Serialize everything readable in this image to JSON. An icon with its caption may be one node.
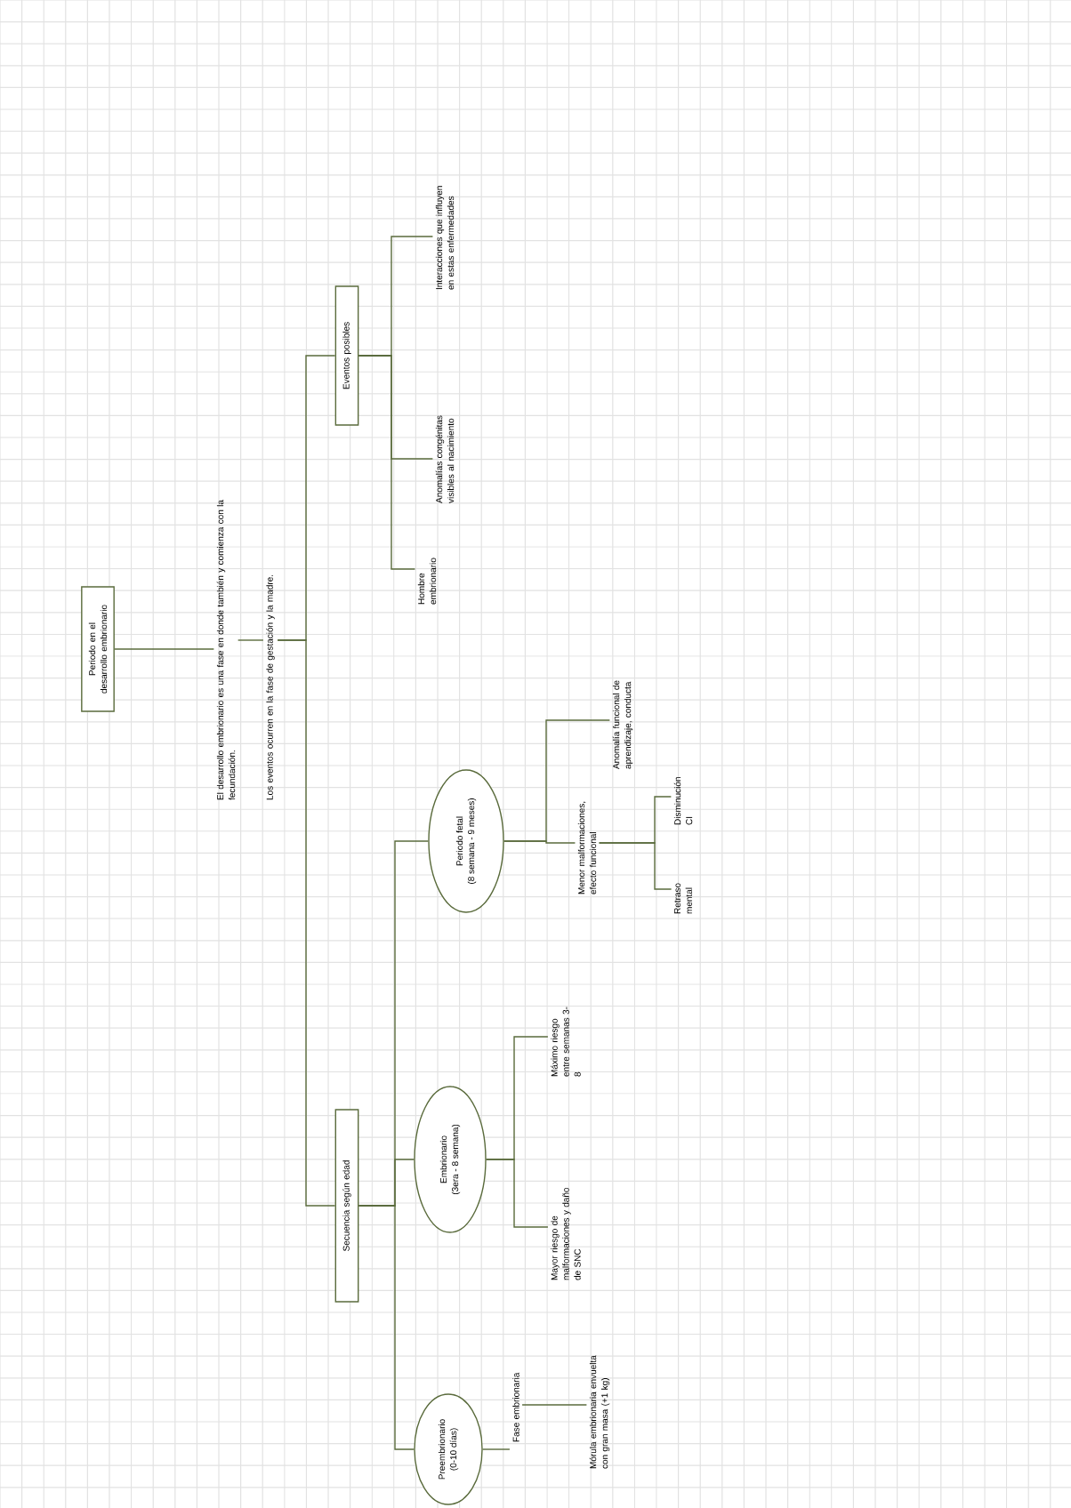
{
  "diagram": {
    "nodes": [
      {
        "text": [
          "Periodo en el desarrollo embrionario"
        ]
      },
      {
        "text": [
          "El desarrollo embrionario es una fase en donde también y comienza con la fecundación."
        ]
      },
      {
        "text": [
          "Los eventos ocurren en la fase de gestación y la madre."
        ]
      },
      {
        "text": [
          "Eventos posibles"
        ]
      },
      {
        "text": [
          "Hombre embrionario"
        ]
      },
      {
        "text": [
          "Anomalías congénitas visibles al nacimiento"
        ]
      },
      {
        "text": [
          "Interacciones que influyen en estas enfermedades"
        ]
      },
      {
        "text": [
          "Secuencia según edad"
        ]
      },
      {
        "text": [
          "Preembrionario",
          "(0-10 días)"
        ]
      },
      {
        "text": [
          "Embrionario",
          "(3era - 8 semana)"
        ]
      },
      {
        "text": [
          "Periodo fetal",
          "(8 semana - 9 meses)"
        ]
      },
      {
        "text": [
          "Fase embrionaria"
        ]
      },
      {
        "text": [
          "Mórula embrionaria envuelta con gran masa (+1 kg)"
        ]
      },
      {
        "text": [
          "Mayor riesgo de malformaciones y daño de SNC"
        ]
      },
      {
        "text": [
          "Máximo riesgo entre semanas 3-8"
        ]
      },
      {
        "text": [
          "Menor malformaciones, efecto funcional"
        ]
      },
      {
        "text": [
          "Anomalía funcional de aprendizaje, conducta"
        ]
      },
      {
        "text": [
          "Retraso mental"
        ]
      },
      {
        "text": [
          "Disminución CI"
        ]
      }
    ],
    "edges": [
      {
        "from": 0,
        "to": 1,
        "arrow": "none"
      },
      {
        "from": 1,
        "to": 2,
        "arrow": "none"
      },
      {
        "from": 2,
        "to": 3,
        "arrow": "none"
      },
      {
        "from": 2,
        "to": 7,
        "arrow": "none"
      },
      {
        "from": 3,
        "to": 4,
        "arrow": "none"
      },
      {
        "from": 3,
        "to": 5,
        "arrow": "none"
      },
      {
        "from": 3,
        "to": 6,
        "arrow": "none"
      },
      {
        "from": 7,
        "to": 8,
        "arrow": "none"
      },
      {
        "from": 7,
        "to": 9,
        "arrow": "none"
      },
      {
        "from": 7,
        "to": 10,
        "arrow": "none"
      },
      {
        "from": 8,
        "to": 11,
        "arrow": "none"
      },
      {
        "from": 11,
        "to": 12,
        "arrow": "none"
      },
      {
        "from": 9,
        "to": 13,
        "arrow": "none"
      },
      {
        "from": 9,
        "to": 14,
        "arrow": "none"
      },
      {
        "from": 10,
        "to": 15,
        "arrow": "none"
      },
      {
        "from": 10,
        "to": 16,
        "arrow": "none"
      },
      {
        "from": 15,
        "to": 17,
        "arrow": "none"
      },
      {
        "from": 15,
        "to": 18,
        "arrow": "none"
      }
    ]
  }
}
